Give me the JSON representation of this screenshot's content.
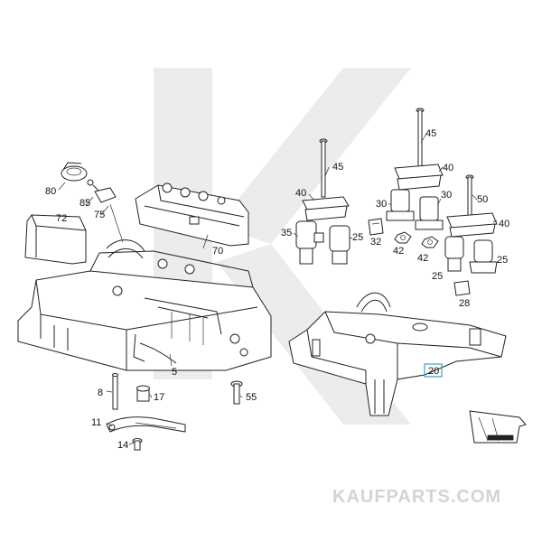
{
  "watermark": {
    "text": "KAUFPARTS.COM"
  },
  "colors": {
    "line": "#222222",
    "watermark": "#d4d4d4",
    "highlight_box": "#3a9fc9"
  },
  "labels": {
    "p80": "80",
    "p85": "85",
    "p75": "75",
    "p72": "72",
    "p70": "70",
    "p45a": "45",
    "p45b": "45",
    "p40a": "40",
    "p40b": "40",
    "p40c": "40",
    "p30a": "30",
    "p30b": "30",
    "p50": "50",
    "p35": "35",
    "p25a": "25",
    "p25b": "25",
    "p25c": "25",
    "p32": "32",
    "p42a": "42",
    "p42b": "42",
    "p28": "28",
    "p20": "20",
    "p5": "5",
    "p8": "8",
    "p17": "17",
    "p55": "55",
    "p11": "11",
    "p14": "14"
  }
}
